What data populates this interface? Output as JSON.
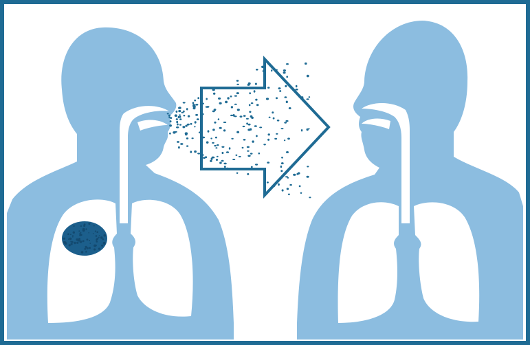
{
  "colors": {
    "frame": "#1f6b94",
    "body": "#8cbde0",
    "tumor": "#1c5f8c",
    "droplets": "#1f6b94",
    "arrow": "#1f6b94",
    "background": "#ffffff"
  },
  "figures": [
    {
      "name": "infected-person",
      "facing": "right",
      "has_tumor": true
    },
    {
      "name": "healthy-person",
      "facing": "left",
      "has_tumor": false
    }
  ],
  "icons": [
    "droplet-cloud-icon",
    "transmission-arrow-icon",
    "lung-lesion-icon"
  ]
}
